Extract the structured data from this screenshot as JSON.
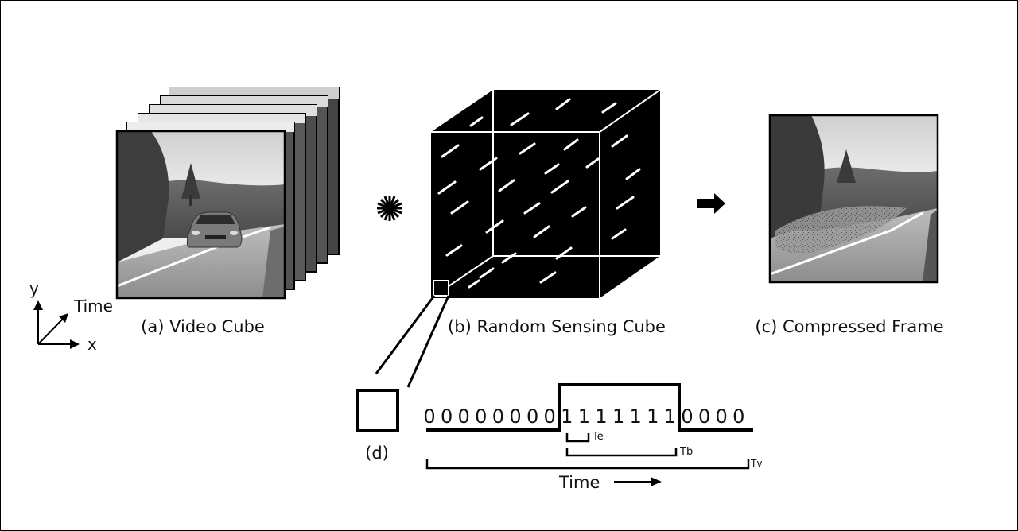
{
  "labels": {
    "video_cube": "(a) Video Cube",
    "sensing_cube": "(b) Random Sensing Cube",
    "compressed_frame": "(c) Compressed Frame",
    "pixel_detail": "(d)"
  },
  "axes": {
    "y": "y",
    "time": "Time",
    "x": "x"
  },
  "signal": {
    "bits": [
      "0",
      "0",
      "0",
      "0",
      "0",
      "0",
      "0",
      "0",
      "1",
      "1",
      "1",
      "1",
      "1",
      "1",
      "1",
      "0",
      "0",
      "0",
      "0"
    ],
    "te": "Te",
    "tb": "Tb",
    "tv": "Tv",
    "time_label": "Time"
  },
  "operator_symbol": "convolution-star",
  "arrow": "right-arrow"
}
